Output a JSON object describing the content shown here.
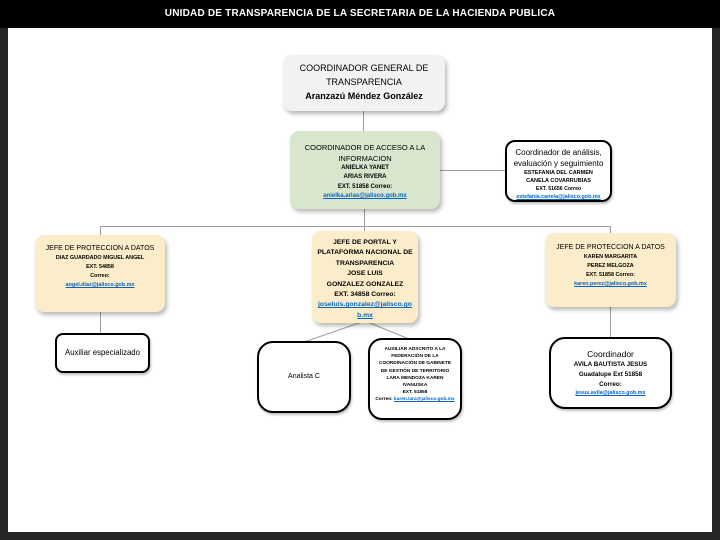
{
  "title_bar": {
    "title": "UNIDAD DE TRANSPARENCIA DE LA SECRETARIA DE LA HACIENDA PUBLICA"
  },
  "colors": {
    "titlebar_bg": "#000000",
    "root_box_bg": "#f2f2f2",
    "green_box_bg": "#d8e6cd",
    "cream_box_bg": "#fcedca",
    "outlined_box_border": "#000000",
    "link_blue": "#0563c1",
    "connector_gray": "#9e9e9e"
  },
  "org_chart": {
    "root": {
      "title": "COORDINADOR GENERAL DE TRANSPARENCIA",
      "name": "Aranzazú Méndez González"
    },
    "acceso": {
      "title": "COORDINADOR DE ACCESO A LA INFORMACION",
      "name_line1": "ANIELKA YANET",
      "name_line2": "ARIAS RIVERA",
      "ext_line": "EXT. 51858 Correo:",
      "email": "anielka.arias@jalisco.gob.mx"
    },
    "analisis": {
      "title": "Coordinador de análisis, evaluación y seguimiento",
      "name_line1": "ESTEFANIA DEL CARMEN",
      "name_line2": "CANELA COVARRUBIAS",
      "ext_line": "EXT. 51656 Correo",
      "email": "estefania.canela@jalisco.gob.mx"
    },
    "proteccion_datos_izq": {
      "title": "JEFE DE PROTECCION A DATOS",
      "name": "DIAZ GUARDADO MIGUEL ANGEL",
      "ext_line": "EXT. 54858",
      "correo_label": "Correo:",
      "email": "angel.diaz@jalisco.gob.mx"
    },
    "portal": {
      "title": "JEFE DE PORTAL Y PLATAFORMA NACIONAL DE TRANSPARENCIA",
      "name_line1": "JOSE LUIS",
      "name_line2": "GONZALEZ GONZALEZ",
      "ext_line": "EXT. 34858 Correo:",
      "email": "joseluis.gonzalez@jalisco.gob.mx"
    },
    "proteccion_datos_der": {
      "title": "JEFE DE PROTECCION A DATOS",
      "name_line1": "KAREN MARGARITA",
      "name_line2": "PEREZ MELGOZA",
      "ext_line": "EXT. 51858 Correo:",
      "email": "karen.perez@jalisco.gob.mx"
    },
    "auxiliar_especializado": {
      "title": "Auxiliar especializado"
    },
    "analista": {
      "title": "Analista C"
    },
    "auxiliar_adscrito": {
      "title": "AUXILIAR ADSCRITO A LA FEDERACIÓN DE LA COORDINACIÓN DE GABINETE DE GESTIÓN DE TERRITORIO",
      "name_line1": "LARA MENDOZA KAREN",
      "name_line2": "IVANUSKA",
      "ext_line": "EXT. 51858",
      "correo_label": "Correo:",
      "email": "karen.lara@jalisco.gob.mx"
    },
    "coordinador": {
      "title": "Coordinador",
      "name": "AVILA BAUTISTA JESUS",
      "detail_line": "Guadalupe Ext 51858",
      "correo_label": "Correo:",
      "email": "jesus.avila@jalisco.gob.mx"
    }
  }
}
